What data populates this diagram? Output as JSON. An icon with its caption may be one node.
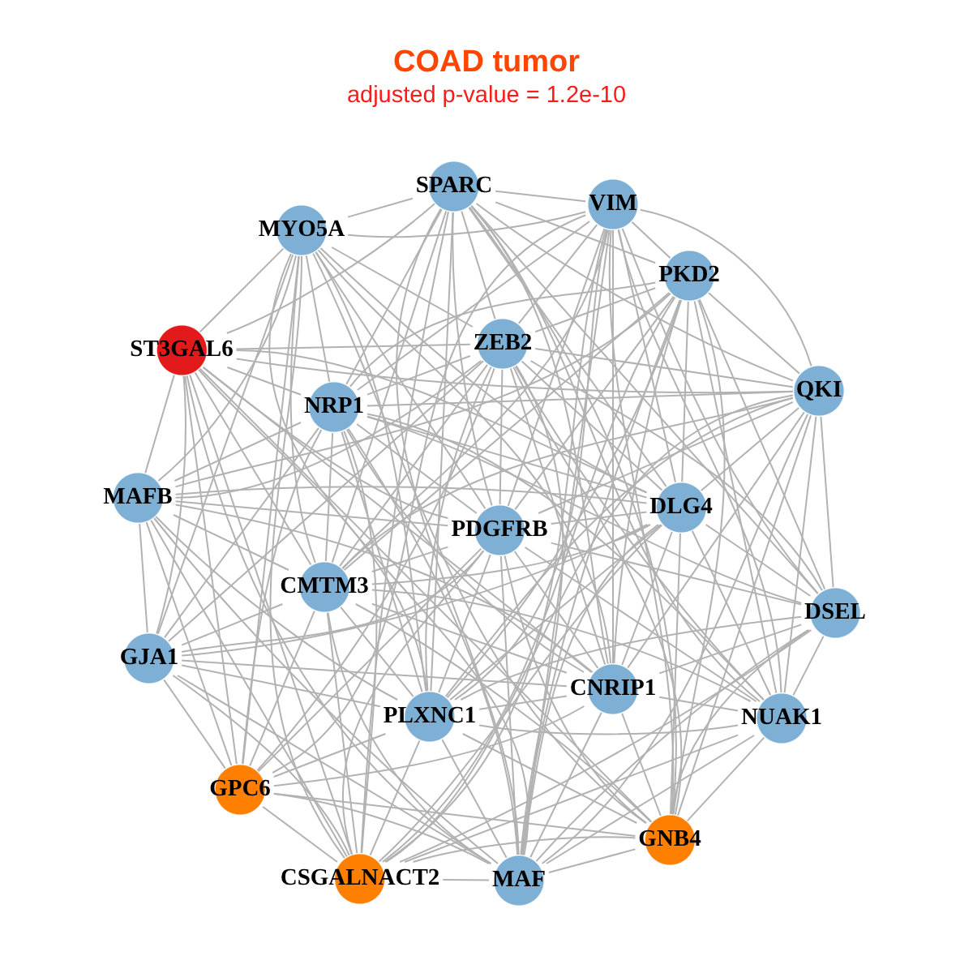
{
  "diagram": {
    "title": "COAD tumor",
    "caption": "adjusted p-value = 1.2e-10",
    "nodes": [
      {
        "text": [
          "SPARC"
        ]
      },
      {
        "text": [
          "VIM"
        ]
      },
      {
        "text": [
          "MYO5A"
        ]
      },
      {
        "text": [
          "PKD2"
        ]
      },
      {
        "text": [
          "ZEB2"
        ]
      },
      {
        "text": [
          "ST3GAL6"
        ]
      },
      {
        "text": [
          "QKI"
        ]
      },
      {
        "text": [
          "NRP1"
        ]
      },
      {
        "text": [
          "MAFB"
        ]
      },
      {
        "text": [
          "DLG4"
        ]
      },
      {
        "text": [
          "PDGFRB"
        ]
      },
      {
        "text": [
          "CMTM3"
        ]
      },
      {
        "text": [
          "DSEL"
        ]
      },
      {
        "text": [
          "GJA1"
        ]
      },
      {
        "text": [
          "CNRIP1"
        ]
      },
      {
        "text": [
          "PLXNC1"
        ]
      },
      {
        "text": [
          "NUAK1"
        ]
      },
      {
        "text": [
          "GPC6"
        ]
      },
      {
        "text": [
          "GNB4"
        ]
      },
      {
        "text": [
          "CSGALNACT2"
        ]
      },
      {
        "text": [
          "MAF"
        ]
      }
    ],
    "edges": [
      {
        "from": 0,
        "to": 1,
        "arrow": "none"
      },
      {
        "from": 0,
        "to": 2,
        "arrow": "none"
      },
      {
        "from": 0,
        "to": 3,
        "arrow": "none"
      },
      {
        "from": 0,
        "to": 4,
        "arrow": "none"
      },
      {
        "from": 0,
        "to": 5,
        "arrow": "none"
      },
      {
        "from": 0,
        "to": 6,
        "arrow": "none"
      },
      {
        "from": 0,
        "to": 7,
        "arrow": "none"
      },
      {
        "from": 0,
        "to": 9,
        "arrow": "none"
      },
      {
        "from": 0,
        "to": 10,
        "arrow": "none"
      },
      {
        "from": 0,
        "to": 11,
        "arrow": "none"
      },
      {
        "from": 0,
        "to": 12,
        "arrow": "none"
      },
      {
        "from": 0,
        "to": 14,
        "arrow": "none"
      },
      {
        "from": 0,
        "to": 15,
        "arrow": "none"
      },
      {
        "from": 0,
        "to": 16,
        "arrow": "none"
      },
      {
        "from": 0,
        "to": 18,
        "arrow": "none"
      },
      {
        "from": 0,
        "to": 19,
        "arrow": "none"
      },
      {
        "from": 0,
        "to": 20,
        "arrow": "none"
      },
      {
        "from": 1,
        "to": 2,
        "arrow": "none"
      },
      {
        "from": 1,
        "to": 3,
        "arrow": "none"
      },
      {
        "from": 1,
        "to": 4,
        "arrow": "none"
      },
      {
        "from": 1,
        "to": 6,
        "arrow": "none"
      },
      {
        "from": 1,
        "to": 7,
        "arrow": "none"
      },
      {
        "from": 1,
        "to": 9,
        "arrow": "none"
      },
      {
        "from": 1,
        "to": 10,
        "arrow": "none"
      },
      {
        "from": 1,
        "to": 11,
        "arrow": "none"
      },
      {
        "from": 1,
        "to": 12,
        "arrow": "none"
      },
      {
        "from": 1,
        "to": 14,
        "arrow": "none"
      },
      {
        "from": 1,
        "to": 15,
        "arrow": "none"
      },
      {
        "from": 1,
        "to": 16,
        "arrow": "none"
      },
      {
        "from": 1,
        "to": 17,
        "arrow": "none"
      },
      {
        "from": 1,
        "to": 18,
        "arrow": "none"
      },
      {
        "from": 1,
        "to": 19,
        "arrow": "none"
      },
      {
        "from": 1,
        "to": 20,
        "arrow": "none"
      },
      {
        "from": 2,
        "to": 4,
        "arrow": "none"
      },
      {
        "from": 2,
        "to": 5,
        "arrow": "none"
      },
      {
        "from": 2,
        "to": 7,
        "arrow": "none"
      },
      {
        "from": 2,
        "to": 8,
        "arrow": "none"
      },
      {
        "from": 2,
        "to": 9,
        "arrow": "none"
      },
      {
        "from": 2,
        "to": 10,
        "arrow": "none"
      },
      {
        "from": 2,
        "to": 11,
        "arrow": "none"
      },
      {
        "from": 2,
        "to": 13,
        "arrow": "none"
      },
      {
        "from": 2,
        "to": 14,
        "arrow": "none"
      },
      {
        "from": 2,
        "to": 15,
        "arrow": "none"
      },
      {
        "from": 2,
        "to": 17,
        "arrow": "none"
      },
      {
        "from": 2,
        "to": 18,
        "arrow": "none"
      },
      {
        "from": 2,
        "to": 19,
        "arrow": "none"
      },
      {
        "from": 2,
        "to": 20,
        "arrow": "none"
      },
      {
        "from": 3,
        "to": 4,
        "arrow": "none"
      },
      {
        "from": 3,
        "to": 6,
        "arrow": "none"
      },
      {
        "from": 3,
        "to": 7,
        "arrow": "none"
      },
      {
        "from": 3,
        "to": 8,
        "arrow": "none"
      },
      {
        "from": 3,
        "to": 9,
        "arrow": "none"
      },
      {
        "from": 3,
        "to": 10,
        "arrow": "none"
      },
      {
        "from": 3,
        "to": 11,
        "arrow": "none"
      },
      {
        "from": 3,
        "to": 12,
        "arrow": "none"
      },
      {
        "from": 3,
        "to": 14,
        "arrow": "none"
      },
      {
        "from": 3,
        "to": 15,
        "arrow": "none"
      },
      {
        "from": 3,
        "to": 16,
        "arrow": "none"
      },
      {
        "from": 3,
        "to": 18,
        "arrow": "none"
      },
      {
        "from": 3,
        "to": 19,
        "arrow": "none"
      },
      {
        "from": 3,
        "to": 20,
        "arrow": "none"
      },
      {
        "from": 4,
        "to": 5,
        "arrow": "none"
      },
      {
        "from": 4,
        "to": 6,
        "arrow": "none"
      },
      {
        "from": 4,
        "to": 7,
        "arrow": "none"
      },
      {
        "from": 4,
        "to": 8,
        "arrow": "none"
      },
      {
        "from": 4,
        "to": 9,
        "arrow": "none"
      },
      {
        "from": 4,
        "to": 10,
        "arrow": "none"
      },
      {
        "from": 4,
        "to": 11,
        "arrow": "none"
      },
      {
        "from": 4,
        "to": 12,
        "arrow": "none"
      },
      {
        "from": 4,
        "to": 13,
        "arrow": "none"
      },
      {
        "from": 4,
        "to": 14,
        "arrow": "none"
      },
      {
        "from": 4,
        "to": 15,
        "arrow": "none"
      },
      {
        "from": 4,
        "to": 16,
        "arrow": "none"
      },
      {
        "from": 4,
        "to": 17,
        "arrow": "none"
      },
      {
        "from": 4,
        "to": 18,
        "arrow": "none"
      },
      {
        "from": 4,
        "to": 20,
        "arrow": "none"
      },
      {
        "from": 5,
        "to": 6,
        "arrow": "none"
      },
      {
        "from": 5,
        "to": 7,
        "arrow": "none"
      },
      {
        "from": 5,
        "to": 8,
        "arrow": "none"
      },
      {
        "from": 5,
        "to": 9,
        "arrow": "none"
      },
      {
        "from": 5,
        "to": 10,
        "arrow": "none"
      },
      {
        "from": 5,
        "to": 11,
        "arrow": "none"
      },
      {
        "from": 5,
        "to": 13,
        "arrow": "none"
      },
      {
        "from": 5,
        "to": 14,
        "arrow": "none"
      },
      {
        "from": 5,
        "to": 15,
        "arrow": "none"
      },
      {
        "from": 5,
        "to": 17,
        "arrow": "none"
      },
      {
        "from": 5,
        "to": 18,
        "arrow": "none"
      },
      {
        "from": 5,
        "to": 19,
        "arrow": "none"
      },
      {
        "from": 5,
        "to": 20,
        "arrow": "none"
      },
      {
        "from": 6,
        "to": 7,
        "arrow": "none"
      },
      {
        "from": 6,
        "to": 9,
        "arrow": "none"
      },
      {
        "from": 6,
        "to": 10,
        "arrow": "none"
      },
      {
        "from": 6,
        "to": 11,
        "arrow": "none"
      },
      {
        "from": 6,
        "to": 12,
        "arrow": "none"
      },
      {
        "from": 6,
        "to": 14,
        "arrow": "none"
      },
      {
        "from": 6,
        "to": 15,
        "arrow": "none"
      },
      {
        "from": 6,
        "to": 16,
        "arrow": "none"
      },
      {
        "from": 6,
        "to": 18,
        "arrow": "none"
      },
      {
        "from": 6,
        "to": 19,
        "arrow": "none"
      },
      {
        "from": 6,
        "to": 20,
        "arrow": "none"
      },
      {
        "from": 7,
        "to": 8,
        "arrow": "none"
      },
      {
        "from": 7,
        "to": 9,
        "arrow": "none"
      },
      {
        "from": 7,
        "to": 10,
        "arrow": "none"
      },
      {
        "from": 7,
        "to": 11,
        "arrow": "none"
      },
      {
        "from": 7,
        "to": 12,
        "arrow": "none"
      },
      {
        "from": 7,
        "to": 13,
        "arrow": "none"
      },
      {
        "from": 7,
        "to": 14,
        "arrow": "none"
      },
      {
        "from": 7,
        "to": 15,
        "arrow": "none"
      },
      {
        "from": 7,
        "to": 16,
        "arrow": "none"
      },
      {
        "from": 7,
        "to": 17,
        "arrow": "none"
      },
      {
        "from": 7,
        "to": 19,
        "arrow": "none"
      },
      {
        "from": 7,
        "to": 20,
        "arrow": "none"
      },
      {
        "from": 8,
        "to": 9,
        "arrow": "none"
      },
      {
        "from": 8,
        "to": 10,
        "arrow": "none"
      },
      {
        "from": 8,
        "to": 11,
        "arrow": "none"
      },
      {
        "from": 8,
        "to": 13,
        "arrow": "none"
      },
      {
        "from": 8,
        "to": 14,
        "arrow": "none"
      },
      {
        "from": 8,
        "to": 15,
        "arrow": "none"
      },
      {
        "from": 8,
        "to": 17,
        "arrow": "none"
      },
      {
        "from": 8,
        "to": 19,
        "arrow": "none"
      },
      {
        "from": 8,
        "to": 20,
        "arrow": "none"
      },
      {
        "from": 9,
        "to": 10,
        "arrow": "none"
      },
      {
        "from": 9,
        "to": 11,
        "arrow": "none"
      },
      {
        "from": 9,
        "to": 12,
        "arrow": "none"
      },
      {
        "from": 9,
        "to": 13,
        "arrow": "none"
      },
      {
        "from": 9,
        "to": 14,
        "arrow": "none"
      },
      {
        "from": 9,
        "to": 15,
        "arrow": "none"
      },
      {
        "from": 9,
        "to": 16,
        "arrow": "none"
      },
      {
        "from": 9,
        "to": 18,
        "arrow": "none"
      },
      {
        "from": 9,
        "to": 19,
        "arrow": "none"
      },
      {
        "from": 9,
        "to": 20,
        "arrow": "none"
      },
      {
        "from": 10,
        "to": 11,
        "arrow": "none"
      },
      {
        "from": 10,
        "to": 12,
        "arrow": "none"
      },
      {
        "from": 10,
        "to": 13,
        "arrow": "none"
      },
      {
        "from": 10,
        "to": 14,
        "arrow": "none"
      },
      {
        "from": 10,
        "to": 15,
        "arrow": "none"
      },
      {
        "from": 10,
        "to": 16,
        "arrow": "none"
      },
      {
        "from": 10,
        "to": 17,
        "arrow": "none"
      },
      {
        "from": 10,
        "to": 18,
        "arrow": "none"
      },
      {
        "from": 10,
        "to": 19,
        "arrow": "none"
      },
      {
        "from": 10,
        "to": 20,
        "arrow": "none"
      },
      {
        "from": 11,
        "to": 13,
        "arrow": "none"
      },
      {
        "from": 11,
        "to": 14,
        "arrow": "none"
      },
      {
        "from": 11,
        "to": 15,
        "arrow": "none"
      },
      {
        "from": 11,
        "to": 16,
        "arrow": "none"
      },
      {
        "from": 11,
        "to": 17,
        "arrow": "none"
      },
      {
        "from": 11,
        "to": 18,
        "arrow": "none"
      },
      {
        "from": 11,
        "to": 19,
        "arrow": "none"
      },
      {
        "from": 11,
        "to": 20,
        "arrow": "none"
      },
      {
        "from": 12,
        "to": 14,
        "arrow": "none"
      },
      {
        "from": 12,
        "to": 15,
        "arrow": "none"
      },
      {
        "from": 12,
        "to": 16,
        "arrow": "none"
      },
      {
        "from": 12,
        "to": 18,
        "arrow": "none"
      },
      {
        "from": 12,
        "to": 19,
        "arrow": "none"
      },
      {
        "from": 12,
        "to": 20,
        "arrow": "none"
      },
      {
        "from": 13,
        "to": 14,
        "arrow": "none"
      },
      {
        "from": 13,
        "to": 15,
        "arrow": "none"
      },
      {
        "from": 13,
        "to": 17,
        "arrow": "none"
      },
      {
        "from": 13,
        "to": 19,
        "arrow": "none"
      },
      {
        "from": 13,
        "to": 20,
        "arrow": "none"
      },
      {
        "from": 14,
        "to": 15,
        "arrow": "none"
      },
      {
        "from": 14,
        "to": 16,
        "arrow": "none"
      },
      {
        "from": 14,
        "to": 17,
        "arrow": "none"
      },
      {
        "from": 14,
        "to": 18,
        "arrow": "none"
      },
      {
        "from": 14,
        "to": 20,
        "arrow": "none"
      },
      {
        "from": 15,
        "to": 16,
        "arrow": "none"
      },
      {
        "from": 15,
        "to": 17,
        "arrow": "none"
      },
      {
        "from": 15,
        "to": 18,
        "arrow": "none"
      },
      {
        "from": 15,
        "to": 19,
        "arrow": "none"
      },
      {
        "from": 15,
        "to": 20,
        "arrow": "none"
      },
      {
        "from": 16,
        "to": 18,
        "arrow": "none"
      },
      {
        "from": 16,
        "to": 19,
        "arrow": "none"
      },
      {
        "from": 16,
        "to": 20,
        "arrow": "none"
      },
      {
        "from": 17,
        "to": 18,
        "arrow": "none"
      },
      {
        "from": 17,
        "to": 19,
        "arrow": "none"
      },
      {
        "from": 17,
        "to": 20,
        "arrow": "none"
      },
      {
        "from": 18,
        "to": 19,
        "arrow": "none"
      },
      {
        "from": 18,
        "to": 20,
        "arrow": "none"
      },
      {
        "from": 19,
        "to": 20,
        "arrow": "none"
      }
    ]
  }
}
